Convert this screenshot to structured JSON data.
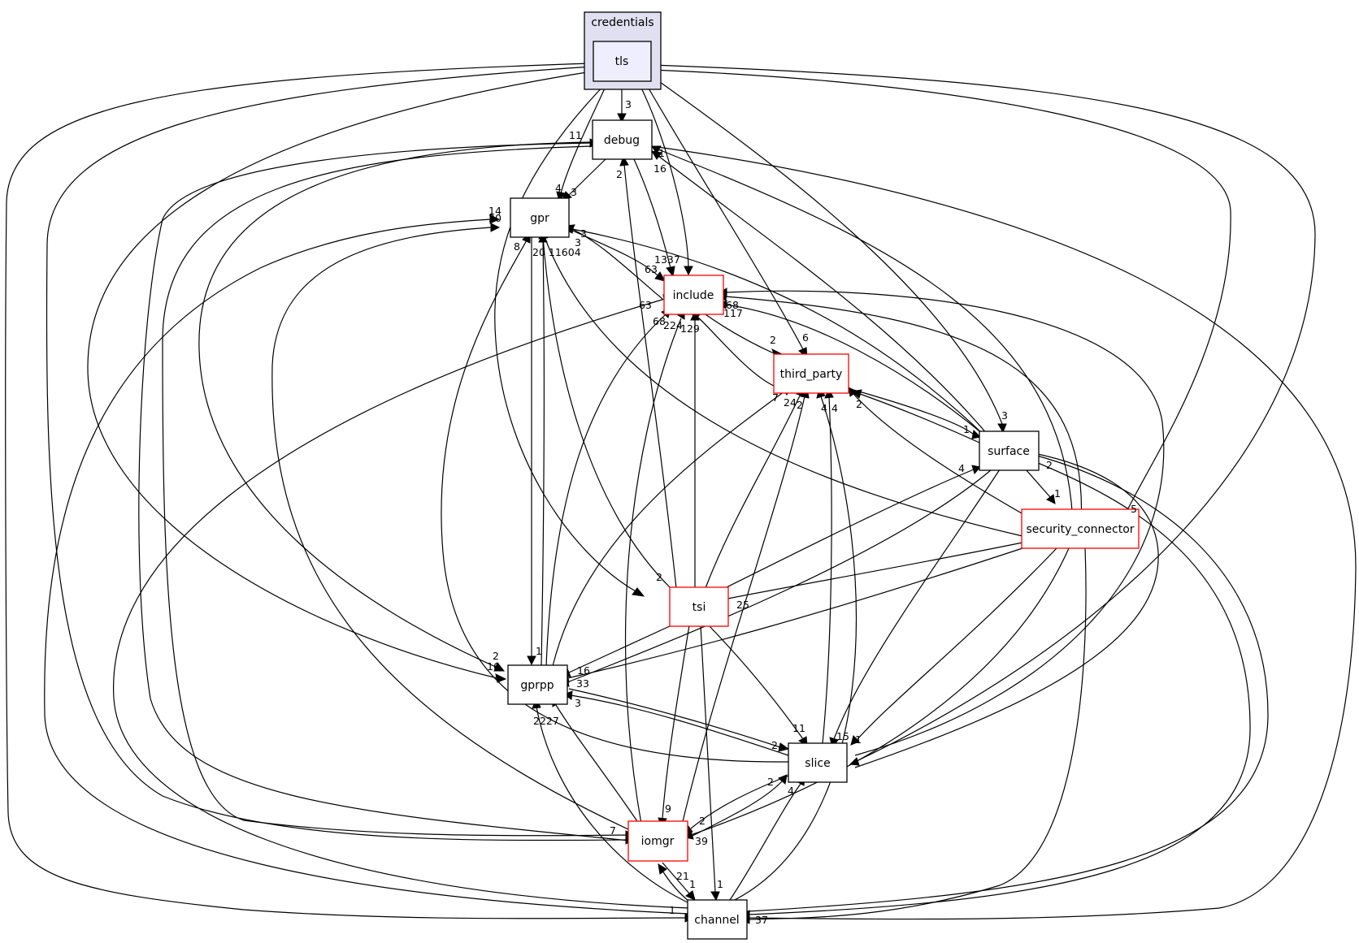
{
  "cluster": {
    "label": "credentials"
  },
  "nodes": {
    "tls": "tls",
    "debug": "debug",
    "gpr": "gpr",
    "include": "include",
    "third_party": "third_party",
    "surface": "surface",
    "security_connector": "security_connector",
    "tsi": "tsi",
    "gprpp": "gprpp",
    "slice": "slice",
    "iomgr": "iomgr",
    "channel": "channel"
  },
  "colors": {
    "incomplete_border": "#ff0000",
    "cluster_fill": "#e0e0f0",
    "tls_fill": "#eeeeff"
  },
  "edge_labels": {
    "tls_debug": "3",
    "debug_gpr_l": "4",
    "debug_gpr_r": "3",
    "debug_11": "11",
    "debug_2": "2",
    "debug_16": "16",
    "debug_1": "1",
    "gpr_14": "14",
    "gpr_20": "20",
    "gpr_8": "8",
    "gpr_bottom": "20 11604",
    "gpr_3a": "3",
    "gpr_3b": "3",
    "include_63a": "63",
    "include_1337": "1337",
    "include_63b": "63",
    "include_68a": "68",
    "include_68b": "68",
    "include_117": "117",
    "include_224": "224",
    "include_129": "129",
    "third_party_2": "2",
    "third_party_6": "6",
    "third_party_7": "7",
    "third_party_24": "24",
    "third_party_2b": "2",
    "third_party_4a": "4",
    "third_party_4b": "4",
    "third_party_2c": "2",
    "surface_3": "3",
    "surface_1": "1",
    "surface_4": "4",
    "surface_2": "2",
    "secconn_1": "1",
    "secconn_5": "5",
    "tsi_2": "2",
    "tsi_25": "25",
    "gprpp_2": "2",
    "gprpp_16a": "16",
    "gprpp_1": "1",
    "gprpp_16b": "16",
    "gprpp_33": "33",
    "gprpp_3": "3",
    "gprpp_2227": "2227",
    "slice_11": "11",
    "slice_15": "15",
    "slice_1": "1",
    "slice_2a": "2",
    "slice_2b": "2",
    "slice_4": "4",
    "iomgr_9": "9",
    "iomgr_2": "2",
    "iomgr_7": "7",
    "iomgr_39": "39",
    "iomgr_21": "21",
    "iomgr_1": "1",
    "channel_1a": "1",
    "channel_1b": "1",
    "channel_37": "37"
  }
}
